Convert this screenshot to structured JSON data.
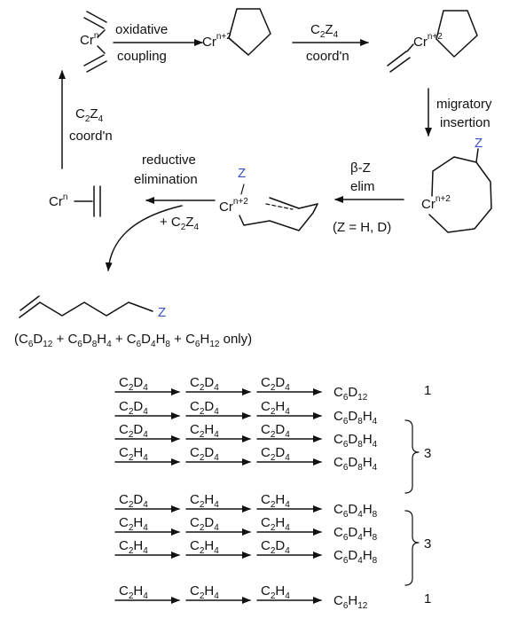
{
  "mechanism": {
    "catalyst_start": {
      "base": "Cr",
      "sup": "n"
    },
    "metallacycle_label": {
      "base": "Cr",
      "sup": "n+2"
    },
    "substituent": "Z",
    "steps": {
      "oxidative_coupling": [
        "oxidative",
        "coupling"
      ],
      "coordination_top": {
        "reagent": [
          "C",
          "2",
          "Z",
          "4"
        ],
        "label": "coord'n"
      },
      "migratory_insertion": [
        "migratory",
        "insertion"
      ],
      "beta_elimination": {
        "line1": "β-Z",
        "line2": "elim",
        "note": "(Z = H, D)"
      },
      "reductive_elimination": [
        "reductive",
        "elimination"
      ],
      "release_reagent": [
        "+ C",
        "2",
        "Z",
        "4"
      ],
      "coordination_left": {
        "reagent": [
          "C",
          "2",
          "Z",
          "4"
        ],
        "label": "coord'n"
      }
    },
    "product_note": {
      "prefix": "(C",
      "parts": [
        [
          "6",
          "D",
          "12",
          " + C"
        ],
        [
          "6",
          "D",
          "8",
          "H"
        ],
        [
          "4",
          " + C",
          "6",
          "D"
        ],
        [
          "4",
          "H",
          "8",
          " + C"
        ],
        [
          "6",
          "H",
          "12",
          " only)"
        ]
      ]
    }
  },
  "combinations": {
    "rows": [
      {
        "feeds": [
          "D",
          "D",
          "D"
        ],
        "product": [
          "6",
          "D",
          "12",
          ""
        ],
        "group_count": "1"
      },
      {
        "feeds": [
          "D",
          "D",
          "H"
        ],
        "product": [
          "6",
          "D",
          "8",
          "H",
          "4"
        ]
      },
      {
        "feeds": [
          "D",
          "H",
          "D"
        ],
        "product": [
          "6",
          "D",
          "8",
          "H",
          "4"
        ]
      },
      {
        "feeds": [
          "H",
          "D",
          "D"
        ],
        "product": [
          "6",
          "D",
          "8",
          "H",
          "4"
        ]
      },
      {
        "feeds": [
          "D",
          "H",
          "H"
        ],
        "product": [
          "6",
          "D",
          "4",
          "H",
          "8"
        ]
      },
      {
        "feeds": [
          "H",
          "D",
          "H"
        ],
        "product": [
          "6",
          "D",
          "4",
          "H",
          "8"
        ]
      },
      {
        "feeds": [
          "H",
          "H",
          "D"
        ],
        "product": [
          "6",
          "D",
          "4",
          "H",
          "8"
        ]
      },
      {
        "feeds": [
          "H",
          "H",
          "H"
        ],
        "product": [
          "6",
          "H",
          "12",
          ""
        ],
        "group_count": "1"
      }
    ],
    "group_counts": [
      "3",
      "3"
    ],
    "feed_prefix": "C",
    "feed_sub_1": "2",
    "feed_sub_2": "4"
  }
}
